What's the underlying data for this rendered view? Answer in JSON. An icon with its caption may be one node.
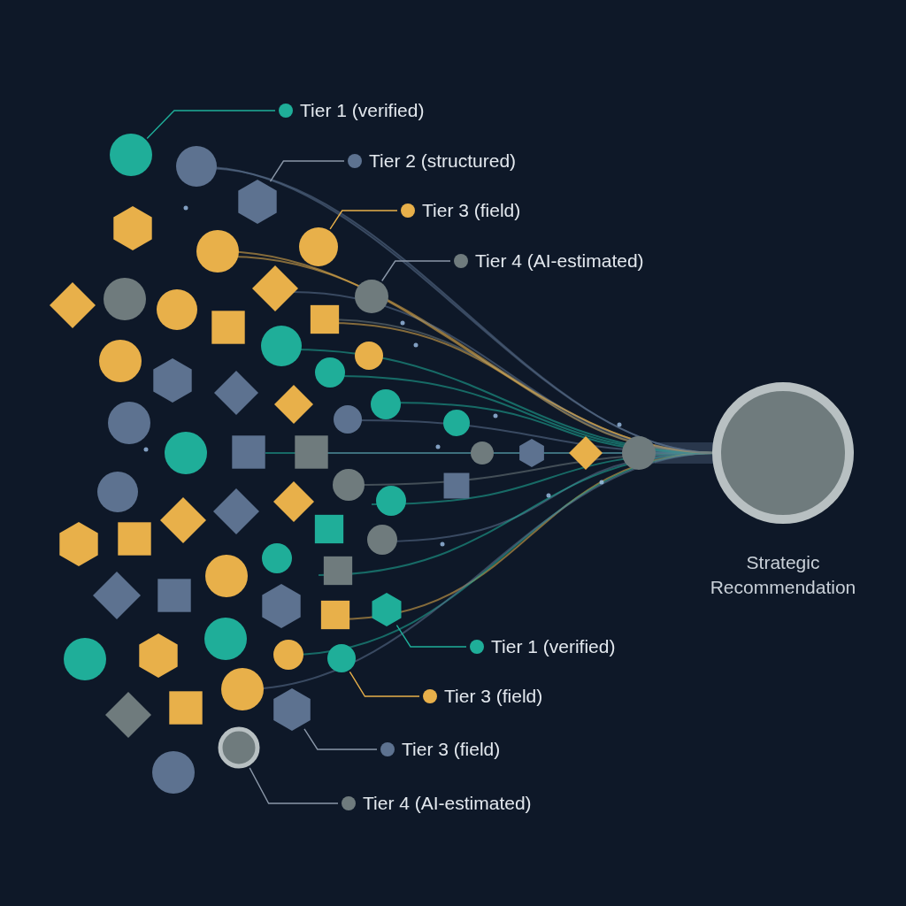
{
  "diagram": {
    "nodes": [
      {
        "text": [
          "Strategic Recommendation"
        ]
      },
      {
        "text": [
          "Tier 1 (verified)"
        ]
      },
      {
        "text": [
          "Tier 2 (structured)"
        ]
      },
      {
        "text": [
          "Tier 3 (field)"
        ]
      },
      {
        "text": [
          "Tier 4 (AI-estimated)"
        ]
      },
      {
        "text": [
          "Tier 1 (verified)"
        ]
      },
      {
        "text": [
          "Tier 3 (field)"
        ]
      },
      {
        "text": [
          "Tier 3 (field)"
        ]
      },
      {
        "text": [
          "Tier 4 (AI-estimated)"
        ]
      },
      {
        "text": [],
        "shape": "circle"
      },
      {
        "text": [],
        "shape": "hexagon"
      },
      {
        "text": [],
        "shape": "circle"
      },
      {
        "text": [],
        "shape": "circle"
      },
      {
        "text": [],
        "shape": "hexagon"
      },
      {
        "text": [],
        "shape": "circle"
      },
      {
        "text": [],
        "shape": "hexagon"
      },
      {
        "text": [],
        "shape": "circle"
      }
    ],
    "edges": [
      {
        "from": 1,
        "to": 9,
        "arrow": "none",
        "color": "#1fae99"
      },
      {
        "from": 2,
        "to": 10,
        "arrow": "none",
        "color": "#8a97a8"
      },
      {
        "from": 3,
        "to": 11,
        "arrow": "none",
        "color": "#e8b04a"
      },
      {
        "from": 4,
        "to": 12,
        "arrow": "none",
        "color": "#8a97a8"
      },
      {
        "from": 5,
        "to": 13,
        "arrow": "none",
        "color": "#1fae99"
      },
      {
        "from": 6,
        "to": 14,
        "arrow": "none",
        "color": "#e8b04a"
      },
      {
        "from": 7,
        "to": 15,
        "arrow": "none",
        "color": "#8a97a8"
      },
      {
        "from": 8,
        "to": 16,
        "arrow": "none",
        "color": "#8a97a8"
      }
    ]
  }
}
